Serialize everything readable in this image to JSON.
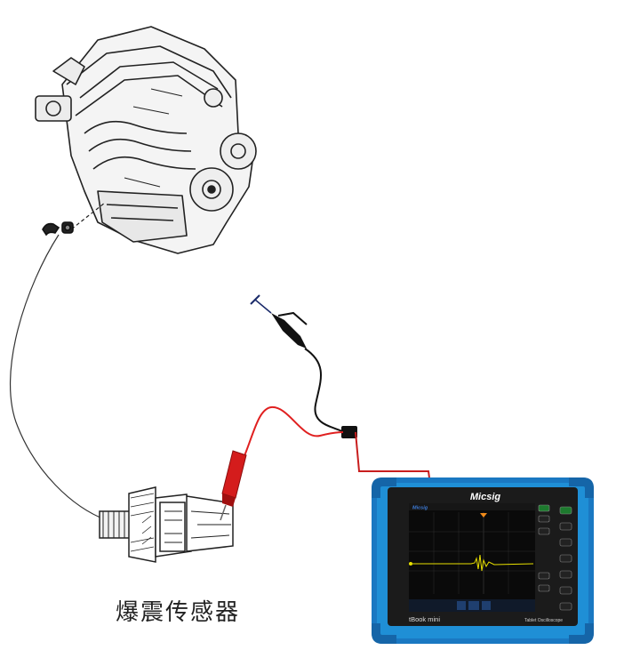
{
  "caption": "爆震传感器",
  "scope": {
    "brand": "Micsig",
    "screen_logo": "Micsig",
    "model_label": "tBook mini",
    "subtitle": "Tablet Oscilloscope",
    "body_color": "#1f8fd6",
    "bumper_color": "#1a78c2",
    "trace_color": "#e8e000",
    "screen_color": "#0a0a0a"
  },
  "probe_colors": {
    "tip": "#d41c1c",
    "signal_wire": "#e02020",
    "ground_wire": "#111111"
  }
}
